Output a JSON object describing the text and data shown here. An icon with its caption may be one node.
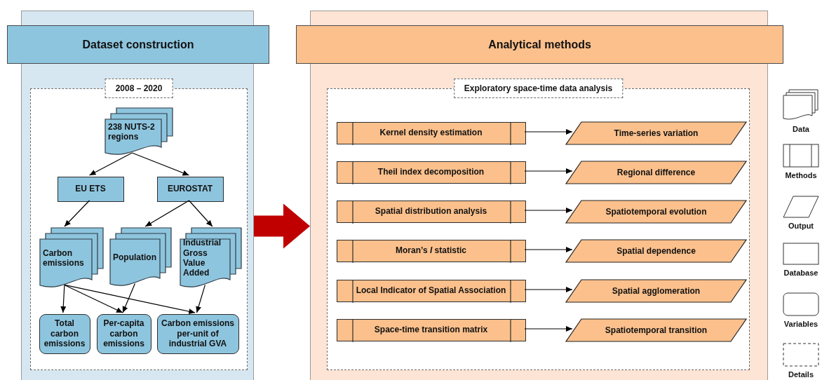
{
  "diagram": {
    "nodes": [
      {
        "text": [
          "Dataset construction"
        ]
      },
      {
        "text": [
          "2008 – 2020"
        ],
        "in": 0
      },
      {
        "text": [
          "238 NUTS-2 regions"
        ],
        "in": 1
      },
      {
        "text": [
          "EU ETS"
        ],
        "in": 1
      },
      {
        "text": [
          "EUROSTAT"
        ],
        "in": 1
      },
      {
        "text": [
          "Carbon emissions"
        ],
        "in": 1
      },
      {
        "text": [
          "Population"
        ],
        "in": 1
      },
      {
        "text": [
          "Industrial Gross Value Added"
        ],
        "in": 1
      },
      {
        "text": [
          "Total carbon emissions"
        ],
        "in": 1
      },
      {
        "text": [
          "Per-capita carbon emissions"
        ],
        "in": 1
      },
      {
        "text": [
          "Carbon emissions per-unit of industrial GVA"
        ],
        "in": 1
      },
      {
        "text": [
          "Analytical methods"
        ]
      },
      {
        "text": [
          "Exploratory space-time data analysis"
        ],
        "in": 11
      },
      {
        "text": [
          "Kernel density estimation"
        ],
        "in": 12
      },
      {
        "text": [
          "Time-series variation"
        ],
        "in": 12
      },
      {
        "text": [
          "Theil index decomposition"
        ],
        "in": 12
      },
      {
        "text": [
          "Regional difference"
        ],
        "in": 12
      },
      {
        "text": [
          "Spatial distribution analysis"
        ],
        "in": 12
      },
      {
        "text": [
          "Spatiotemporal evolution"
        ],
        "in": 12
      },
      {
        "text": [
          "Moran’s *I* statistic"
        ],
        "in": 12
      },
      {
        "text": [
          "Spatial dependence"
        ],
        "in": 12
      },
      {
        "text": [
          "Local Indicator of Spatial Association"
        ],
        "in": 12
      },
      {
        "text": [
          "Spatial agglomeration"
        ],
        "in": 12
      },
      {
        "text": [
          "Space-time transition matrix"
        ],
        "in": 12
      },
      {
        "text": [
          "Spatiotemporal transition"
        ],
        "in": 12
      }
    ],
    "edges": [
      {
        "from": 2,
        "to": 3,
        "arrow": "to"
      },
      {
        "from": 2,
        "to": 4,
        "arrow": "to"
      },
      {
        "from": 3,
        "to": 5,
        "arrow": "to"
      },
      {
        "from": 4,
        "to": 6,
        "arrow": "to"
      },
      {
        "from": 4,
        "to": 7,
        "arrow": "to"
      },
      {
        "from": 5,
        "to": 8,
        "arrow": "to"
      },
      {
        "from": 5,
        "to": 9,
        "arrow": "to"
      },
      {
        "from": 5,
        "to": 10,
        "arrow": "to"
      },
      {
        "from": 6,
        "to": 9,
        "arrow": "to"
      },
      {
        "from": 7,
        "to": 10,
        "arrow": "to"
      },
      {
        "from": 0,
        "to": 11,
        "arrow": "to",
        "style": "thick",
        "color": "#c00000"
      },
      {
        "from": 13,
        "to": 14,
        "arrow": "to"
      },
      {
        "from": 15,
        "to": 16,
        "arrow": "to"
      },
      {
        "from": 17,
        "to": 18,
        "arrow": "to"
      },
      {
        "from": 19,
        "to": 20,
        "arrow": "to"
      },
      {
        "from": 21,
        "to": 22,
        "arrow": "to"
      },
      {
        "from": 23,
        "to": 24,
        "arrow": "to"
      }
    ],
    "legend": [
      {
        "text": "Data"
      },
      {
        "text": "Methods"
      },
      {
        "text": "Output"
      },
      {
        "text": "Database"
      },
      {
        "text": "Variables"
      },
      {
        "text": "Details"
      }
    ]
  }
}
